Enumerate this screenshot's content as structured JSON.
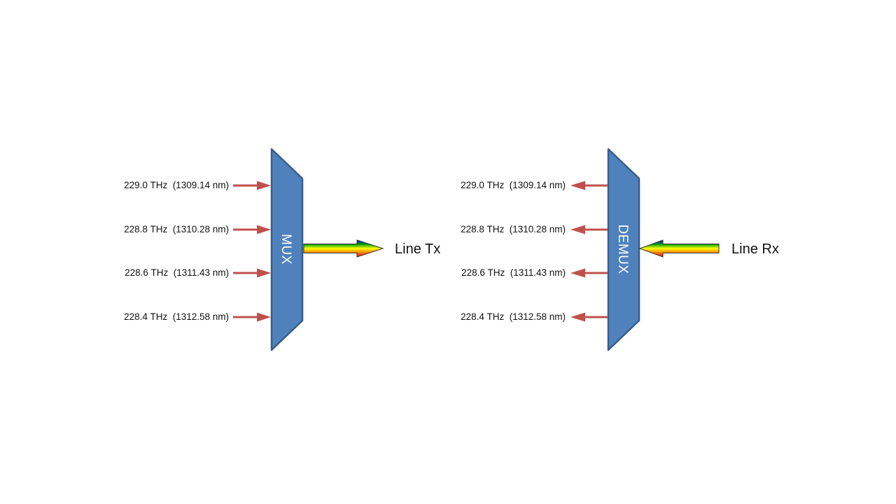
{
  "mux": {
    "label": "MUX",
    "output_label": "Line Tx",
    "channels": [
      {
        "label": "229.0 THz  (1309.14 nm)"
      },
      {
        "label": "228.8 THz  (1310.28 nm)"
      },
      {
        "label": "228.6 THz  (1311.43 nm)"
      },
      {
        "label": "228.4 THz  (1312.58 nm)"
      }
    ]
  },
  "demux": {
    "label": "DEMUX",
    "input_label": "Line Rx",
    "channels": [
      {
        "label": "229.0 THz  (1309.14 nm)"
      },
      {
        "label": "228.8 THz  (1310.28 nm)"
      },
      {
        "label": "228.6 THz  (1311.43 nm)"
      },
      {
        "label": "228.4 THz  (1312.58 nm)"
      }
    ]
  },
  "colors": {
    "block_fill": "#4f81bd",
    "block_stroke": "#385d8a",
    "channel_arrow": "#c0504d",
    "rainbow": [
      "#0000ff",
      "#00a000",
      "#ffff00",
      "#ff8000",
      "#ff0000"
    ]
  }
}
